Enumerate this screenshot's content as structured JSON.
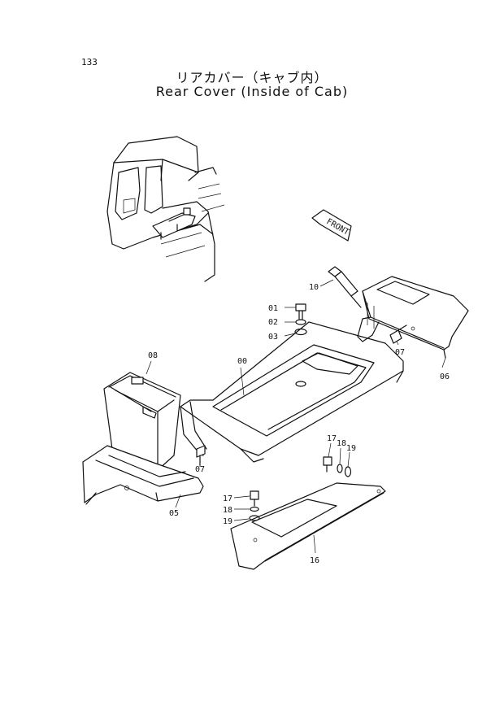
{
  "page": {
    "number": "133"
  },
  "title": {
    "japanese": "リアカバー（キャブ内）",
    "english": "Rear Cover (Inside of Cab)"
  },
  "direction_tag": {
    "text": "FRONT"
  },
  "part_labels": {
    "p00": "00",
    "p01": "01",
    "p02": "02",
    "p03": "03",
    "p05": "05",
    "p06": "06",
    "p07a": "07",
    "p07b": "07",
    "p08": "08",
    "p10": "10",
    "p16": "16",
    "p17a": "17",
    "p18a": "18",
    "p19a": "19",
    "p17b": "17",
    "p18b": "18",
    "p19b": "19"
  }
}
